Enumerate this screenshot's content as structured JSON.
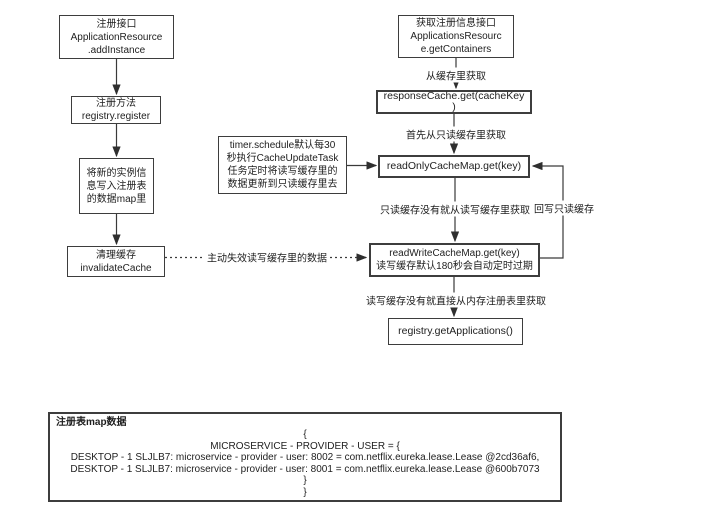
{
  "flow": {
    "boxes": {
      "register_api": "注册接口\nApplicationResource\n.addInstance",
      "register_method": "注册方法\nregistry.register",
      "write_registry": "将新的实例信\n息写入注册表\n的数据map里",
      "invalidate_cache": "清理缓存\ninvalidateCache",
      "get_registry_api": "获取注册信息接口\nApplicationsResourc\ne.getContainers",
      "response_cache": "responseCache.get(cacheKey\n)",
      "read_only_cache": "readOnlyCacheMap.get(key)",
      "timer_task": "timer.schedule默认每30\n秒执行CacheUpdateTask\n任务定时将读写缓存里的\n数据更新到只读缓存里去",
      "read_write_cache": "readWriteCacheMap.get(key)\n读写缓存默认180秒会自动定时过期",
      "get_applications": "registry.getApplications()"
    },
    "labels": {
      "from_cache": "从缓存里获取",
      "first_read_only": "首先从只读缓存里获取",
      "read_only_miss": "只读缓存没有就从读写缓存里获取",
      "write_back": "回写只读缓存",
      "read_write_miss": "读写缓存没有就直接从内存注册表里获取",
      "invalidate": "主动失效读写缓存里的数据"
    }
  },
  "registry_map": {
    "title": "注册表map数据",
    "content": "{\nMICROSERVICE - PROVIDER - USER = {\nDESKTOP - 1 SLJLB7: microservice - provider - user: 8002 = com.netflix.eureka.lease.Lease @2cd36af6,\nDESKTOP - 1 SLJLB7: microservice - provider - user: 8001 = com.netflix.eureka.lease.Lease @600b7073\n}\n}"
  },
  "colors": {
    "line": "#3a3a3a",
    "text": "#1e1e1e",
    "background": "#ffffff"
  }
}
